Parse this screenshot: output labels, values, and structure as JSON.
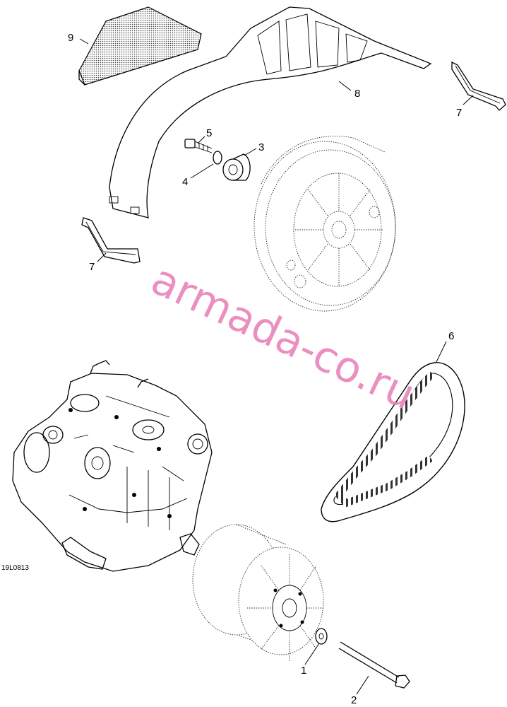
{
  "diagram": {
    "callouts": {
      "washer": "1",
      "bolt": "2",
      "spacer": "3",
      "lock_washer": "4",
      "screw": "5",
      "belt": "6",
      "seal_right": "7",
      "seal_left": "7",
      "belt_guard": "8",
      "pad": "9"
    },
    "drawing_code": "19L0813",
    "watermark": "armada-co.ru"
  }
}
